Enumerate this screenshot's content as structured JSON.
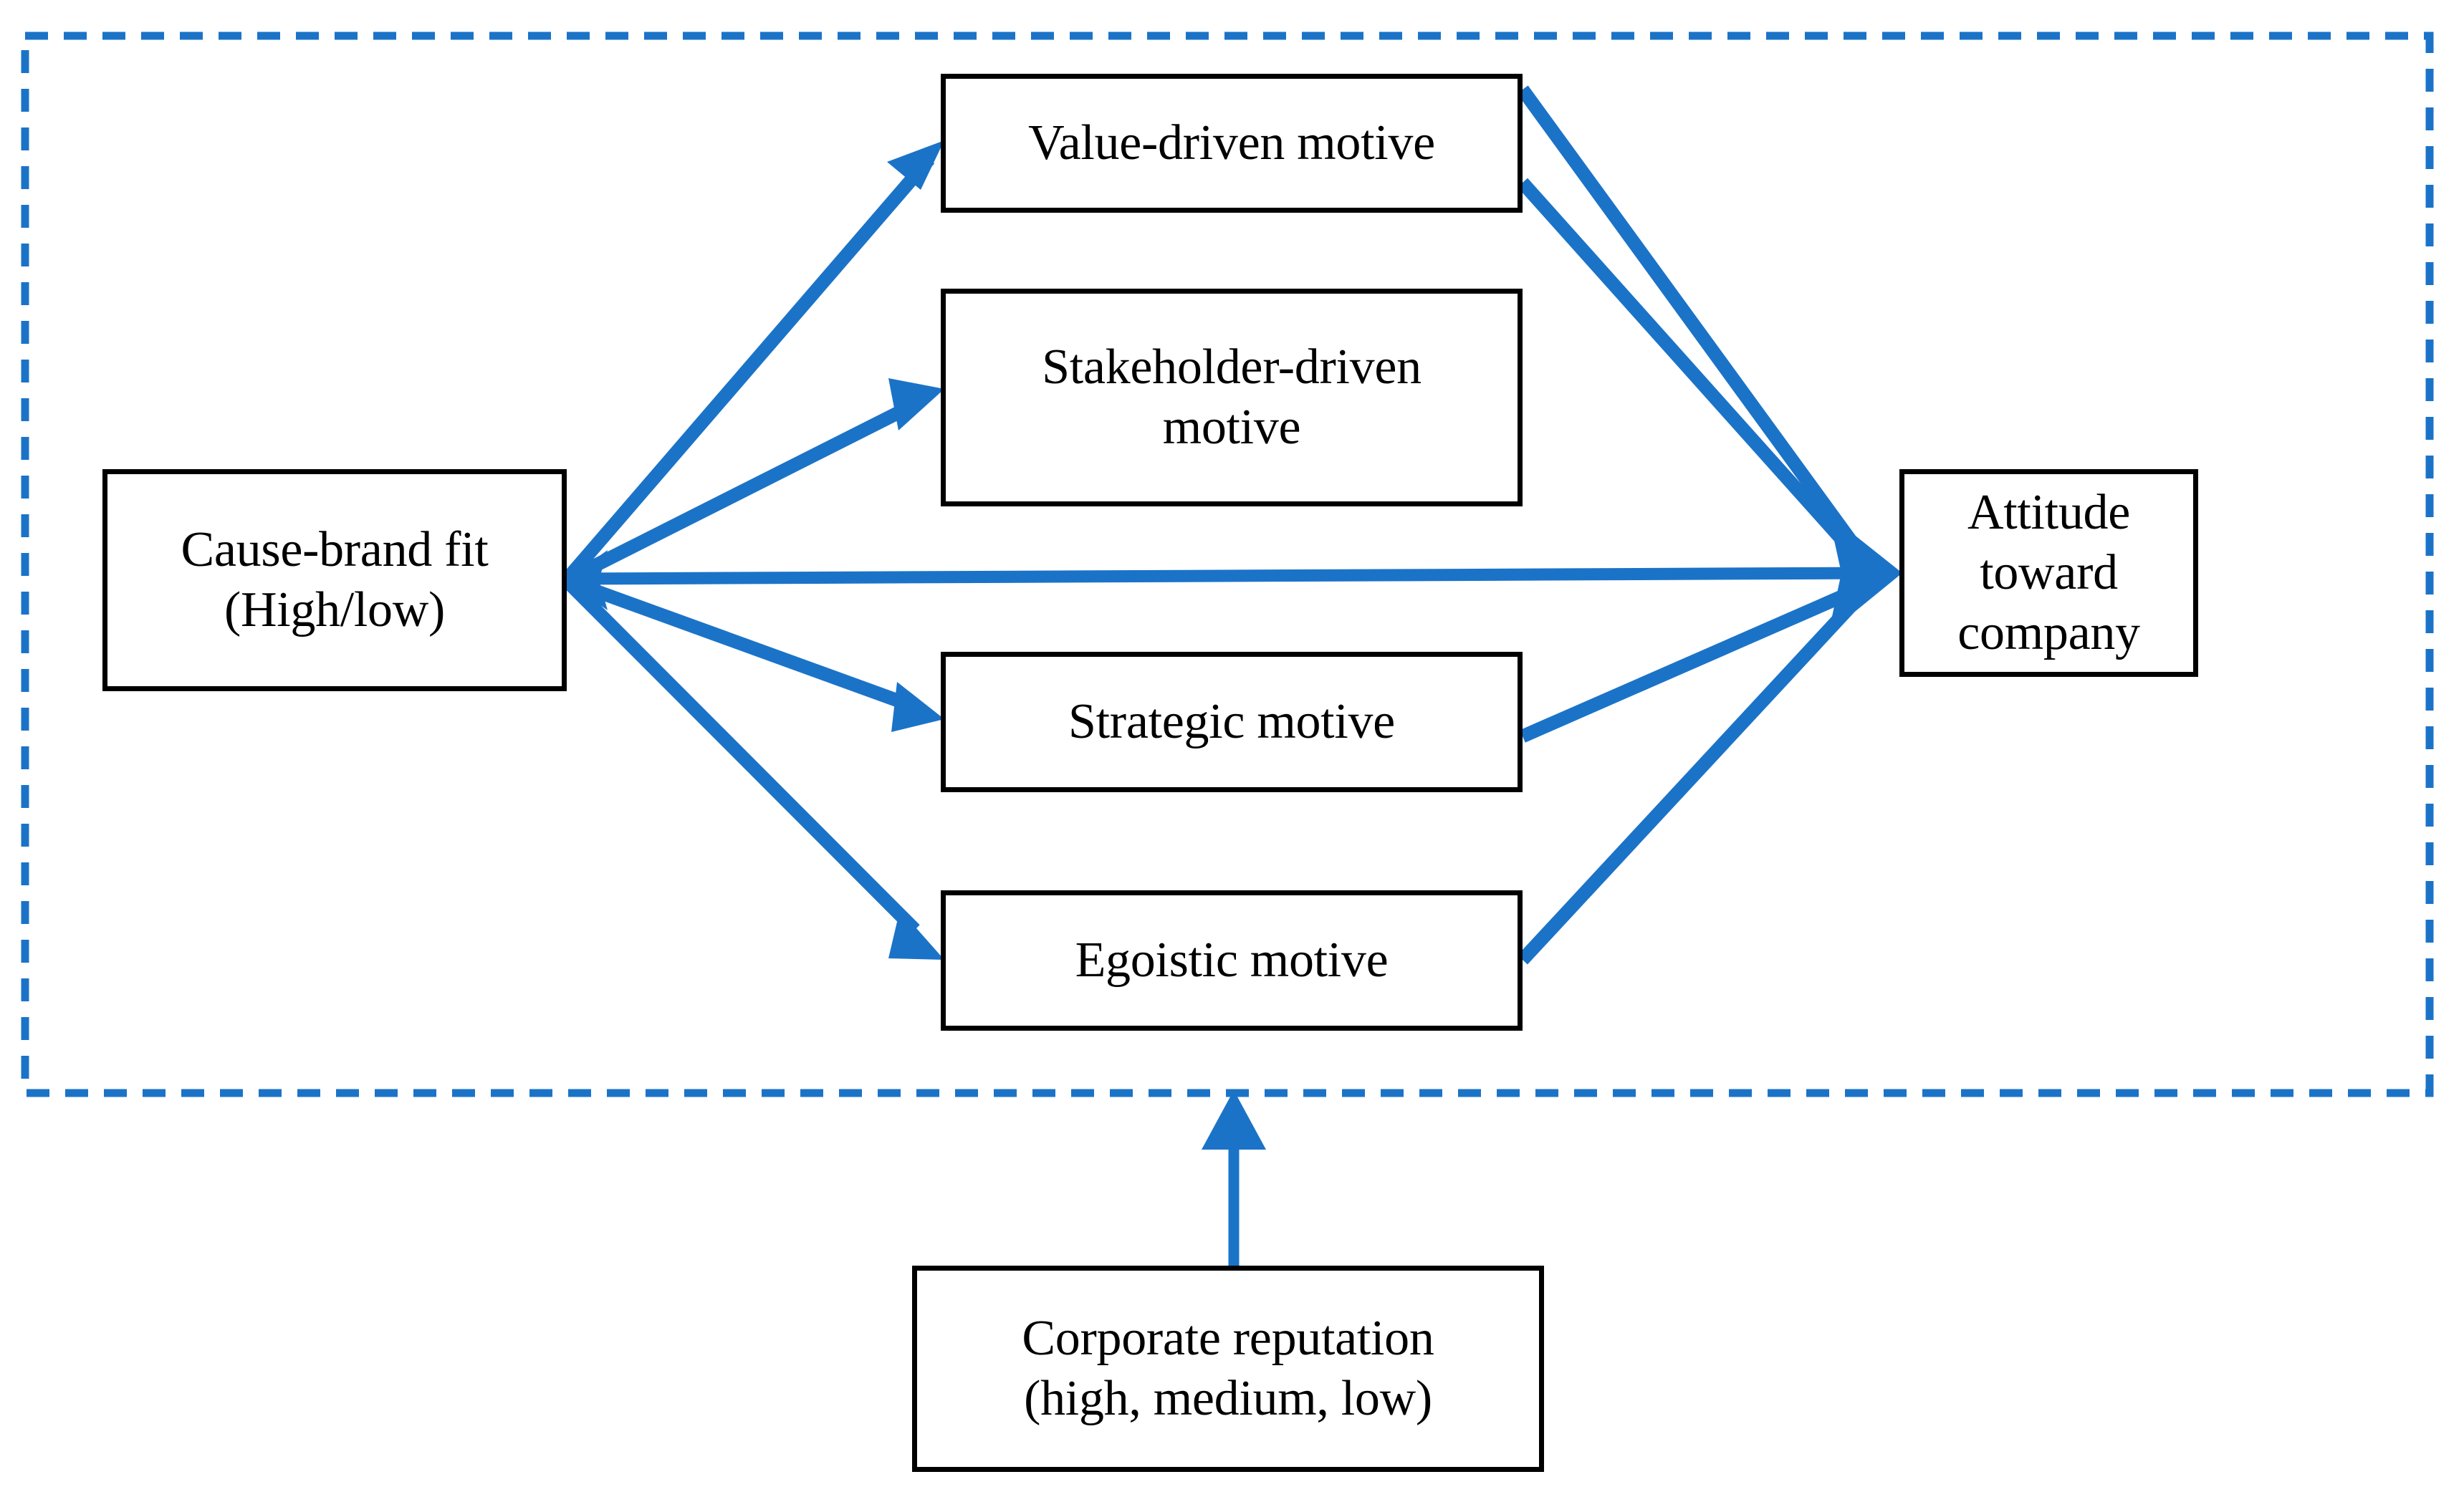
{
  "diagram": {
    "title": "Conceptual research model: cause-brand fit, CSR motives, and attitude toward company",
    "type": "path-model",
    "colors": {
      "arrow_blue": "#1B73C8",
      "boundary_blue": "#1B73C8",
      "box_border": "#000000",
      "box_fill": "#FFFFFF",
      "text": "#000000",
      "background": "#FFFFFF"
    },
    "boundary": {
      "name": "experimental-model-boundary",
      "style": "dashed",
      "color": "#1B73C8"
    },
    "nodes": {
      "antecedent": {
        "id": "cause-brand-fit",
        "label": "Cause-brand fit\n(High/low)"
      },
      "mediators": [
        {
          "id": "value-driven-motive",
          "label": "Value-driven motive"
        },
        {
          "id": "stakeholder-driven-motive",
          "label": "Stakeholder-driven\nmotive"
        },
        {
          "id": "strategic-motive",
          "label": "Strategic motive"
        },
        {
          "id": "egoistic-motive",
          "label": "Egoistic motive"
        }
      ],
      "outcome": {
        "id": "attitude-toward-company",
        "label": "Attitude toward\ncompany"
      },
      "moderator": {
        "id": "corporate-reputation",
        "label": "Corporate reputation\n(high, medium, low)"
      }
    },
    "edges": [
      {
        "from": "cause-brand-fit",
        "to": "value-driven-motive",
        "style": "solid-arrow"
      },
      {
        "from": "cause-brand-fit",
        "to": "stakeholder-driven-motive",
        "style": "solid-arrow"
      },
      {
        "from": "cause-brand-fit",
        "to": "strategic-motive",
        "style": "solid-arrow"
      },
      {
        "from": "cause-brand-fit",
        "to": "egoistic-motive",
        "style": "solid-arrow"
      },
      {
        "from": "cause-brand-fit",
        "to": "attitude-toward-company",
        "style": "solid-arrow"
      },
      {
        "from": "value-driven-motive",
        "to": "attitude-toward-company",
        "style": "solid-arrow"
      },
      {
        "from": "stakeholder-driven-motive",
        "to": "attitude-toward-company",
        "style": "solid-arrow"
      },
      {
        "from": "strategic-motive",
        "to": "attitude-toward-company",
        "style": "solid-arrow"
      },
      {
        "from": "egoistic-motive",
        "to": "attitude-toward-company",
        "style": "solid-arrow"
      },
      {
        "from": "corporate-reputation",
        "to": "experimental-model-boundary",
        "style": "solid-arrow-up"
      }
    ]
  }
}
